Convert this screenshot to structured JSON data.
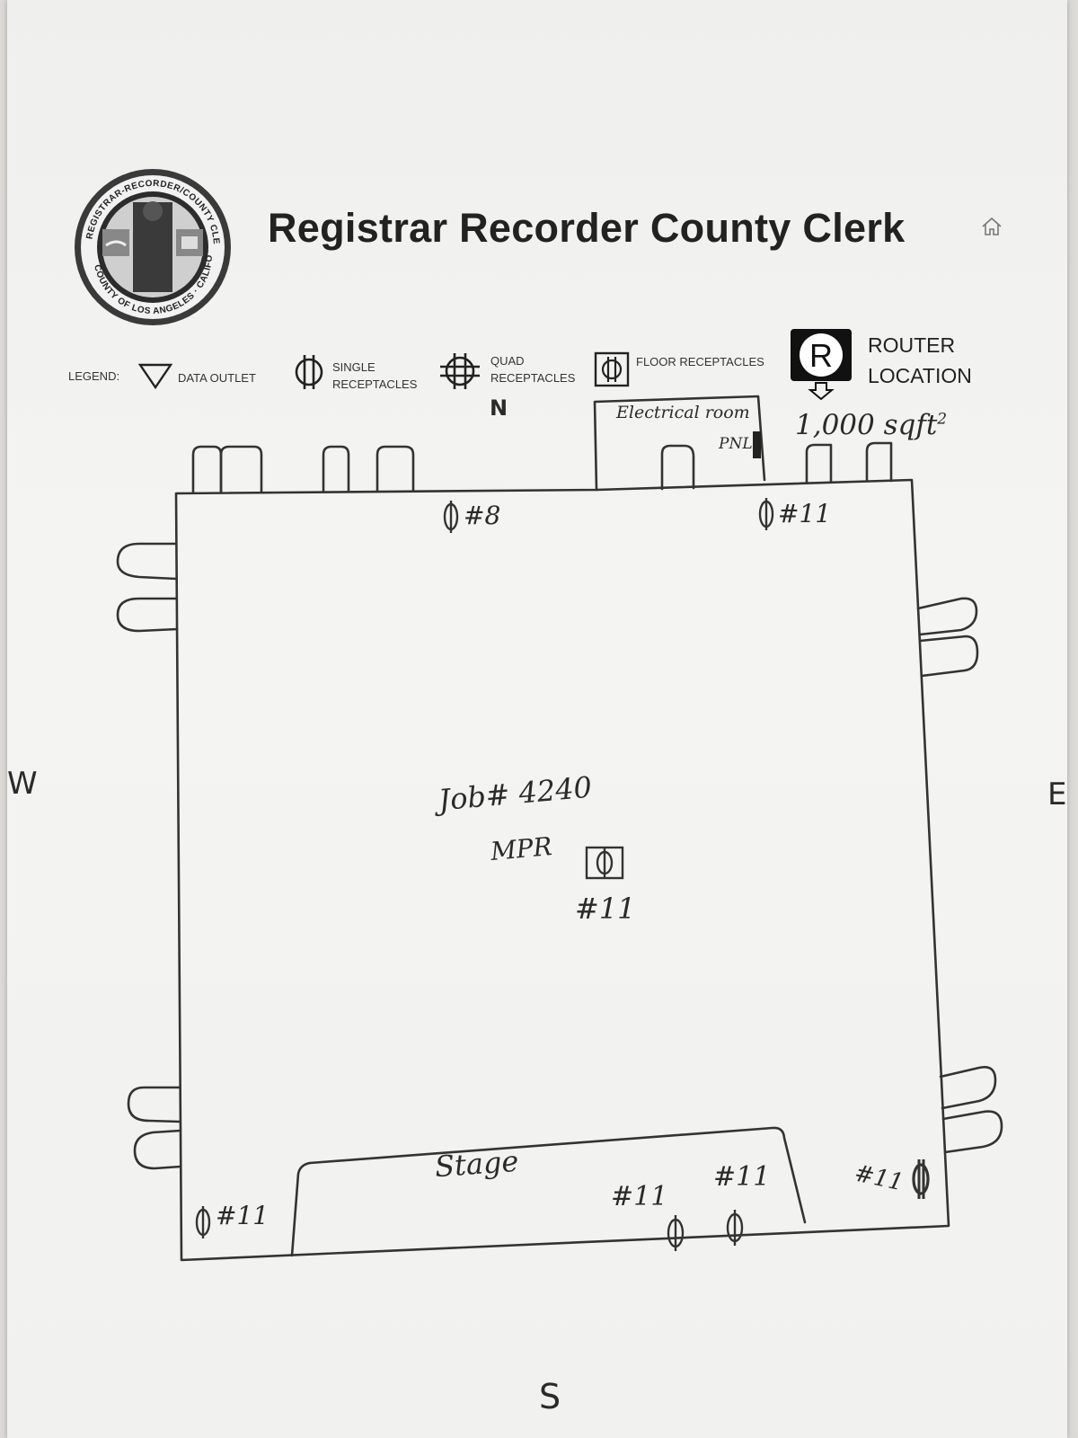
{
  "header": {
    "title": "Registrar Recorder County Clerk",
    "seal_text": [
      "REGISTRAR-RECORDER/COUNTY CLERK",
      "COUNTY OF LOS ANGELES · CALIFORNIA"
    ]
  },
  "legend": {
    "label": "LEGEND:",
    "items": [
      {
        "icon": "data-outlet-triangle",
        "label": "DATA OUTLET"
      },
      {
        "icon": "single-receptacle",
        "label_line1": "SINGLE",
        "label_line2": "RECEPTACLES"
      },
      {
        "icon": "quad-receptacle",
        "label_line1": "QUAD",
        "label_line2": "RECEPTACLES"
      },
      {
        "icon": "floor-receptacle",
        "label": "FLOOR RECEPTACLES"
      },
      {
        "icon": "router-location",
        "symbol": "R",
        "label_line1": "ROUTER",
        "label_line2": "LOCATION"
      }
    ]
  },
  "plan": {
    "north": "N",
    "south": "S",
    "east": "E",
    "west": "W",
    "electrical_room": "Electrical room",
    "panel": "PNL",
    "area": "1,000 sqft",
    "area_sup": "2",
    "job": "Job# 4240",
    "room": "MPR",
    "stage": "Stage",
    "receptacle_labels": {
      "north_left": "#8",
      "north_right": "#11",
      "floor": "#11",
      "south_west": "#11",
      "stage_1": "#11",
      "stage_2": "#11",
      "south_east": "#11"
    }
  }
}
